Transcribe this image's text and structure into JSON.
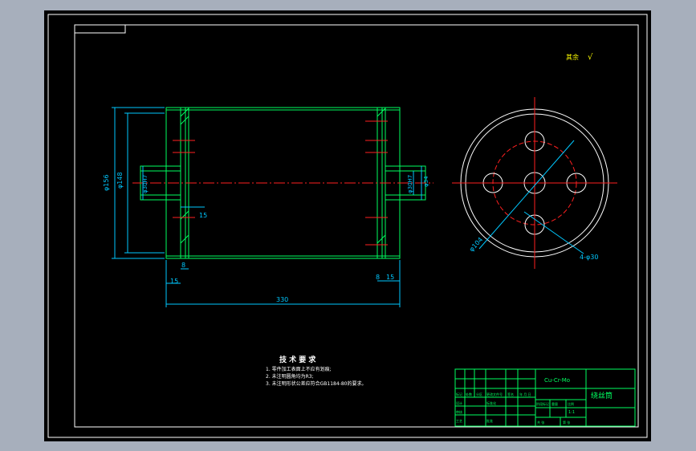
{
  "drawing": {
    "dimensions": {
      "outer_diameter": "φ156",
      "inner_diameter": "φ148",
      "shaft_left": "φ30H7",
      "shaft_right": "φ30H7",
      "shaft_right_2": "φ34",
      "wall_width": "15",
      "hub_width": "15",
      "thickness_left": "8",
      "thickness_right": "8",
      "right_small": "15",
      "overall_length": "330",
      "pitch_circle": "φ104",
      "holes": "4-φ30"
    },
    "roughness_note": "其余",
    "roughness_symbol": "√",
    "tech_requirements": {
      "title": "技 术 要 求",
      "items": [
        "1. 零件加工表面上不应有划痕;",
        "2. 未注明圆角均为R3;",
        "3. 未注明形状公差应符合GB1184-80的要求。"
      ]
    },
    "title_block": {
      "material": "Cu-Cr-Mo",
      "part_name": "绕丝筒",
      "scale": "1:1",
      "labels": {
        "tag": "标记",
        "count": "处数",
        "zone": "分区",
        "change_doc": "更改文件号",
        "sign": "签名",
        "date": "年 月 日",
        "design": "设计",
        "standardize": "标准化",
        "stage_mark": "阶段标记",
        "weight": "重量",
        "ratio": "比例",
        "review": "审核",
        "process": "工艺",
        "approve": "批准",
        "sheet_total": "共 张",
        "sheet_num": "第 张"
      }
    }
  }
}
